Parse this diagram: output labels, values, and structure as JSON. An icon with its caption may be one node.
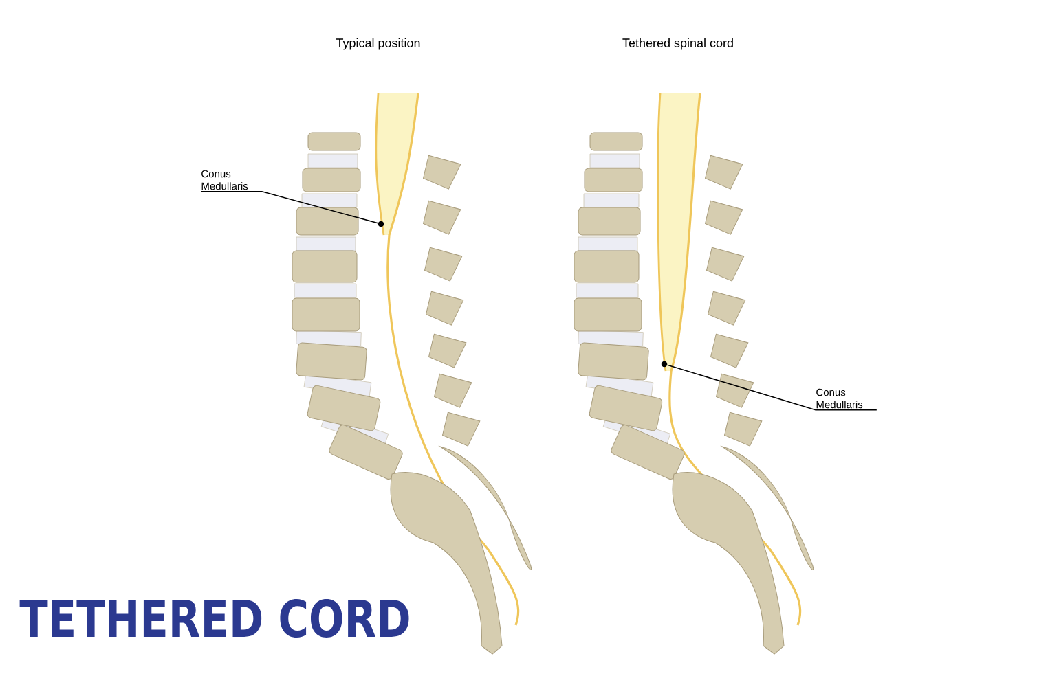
{
  "diagram": {
    "title": "TETHERED CORD",
    "nodes": [
      {
        "text": [
          "Conus Medullaris"
        ]
      },
      {
        "text": [],
        "shape": "circle"
      },
      {
        "text": [
          "Conus Medullaris"
        ]
      },
      {
        "text": [],
        "shape": "circle"
      }
    ],
    "edges": [
      {
        "from": 0,
        "to": 1,
        "arrow": "none"
      },
      {
        "from": 2,
        "to": 3,
        "arrow": "none"
      }
    ],
    "labels": [
      "Typical position",
      "Tethered spinal cord"
    ]
  }
}
